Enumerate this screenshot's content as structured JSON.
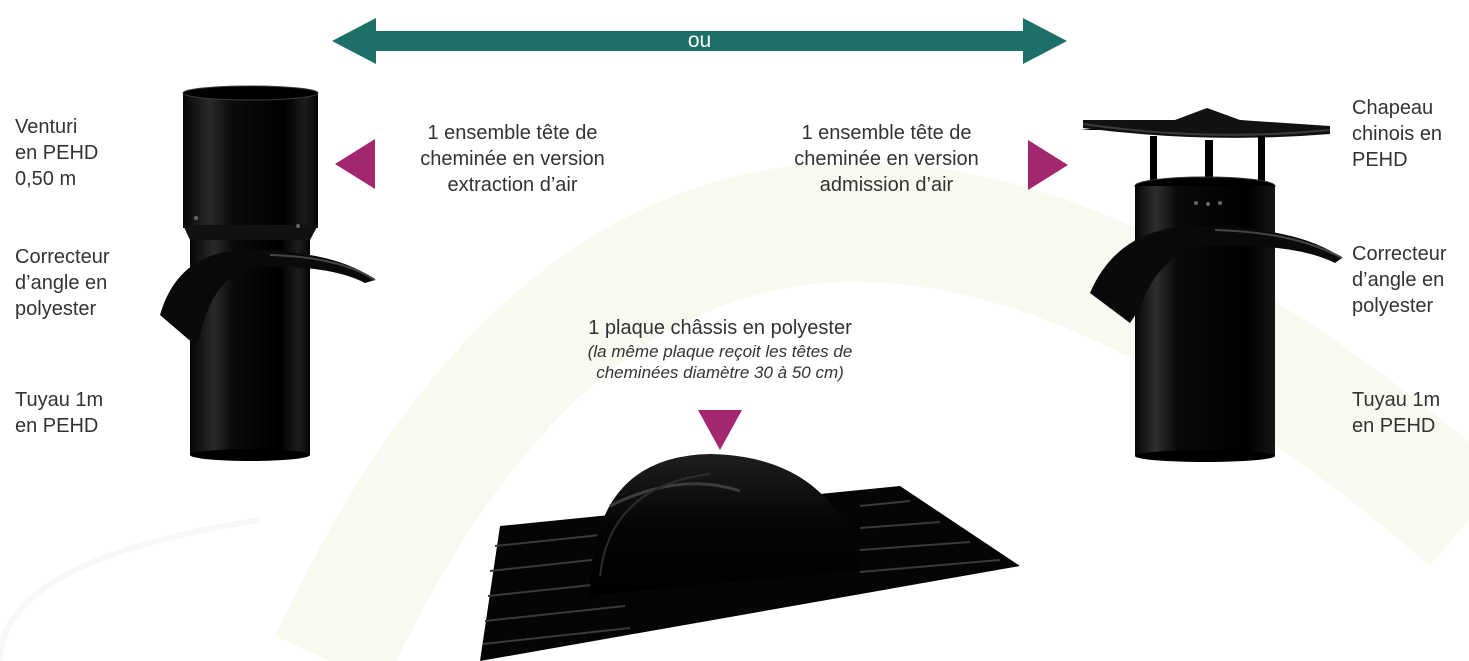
{
  "arrow": {
    "label": "ou",
    "color": "#1d7067"
  },
  "pointer_color": "#a3276e",
  "left": {
    "venturi": [
      "Venturi",
      "en PEHD",
      "0,50 m"
    ],
    "correcteur": [
      "Correcteur",
      "d’angle en",
      "polyester"
    ],
    "tuyau": [
      "Tuyau 1m",
      "en PEHD"
    ],
    "ensemble": [
      "1 ensemble tête de",
      "cheminée en version",
      "extraction d’air"
    ]
  },
  "right": {
    "chapeau": [
      "Chapeau",
      "chinois en",
      "PEHD"
    ],
    "correcteur": [
      "Correcteur",
      "d’angle en",
      "polyester"
    ],
    "tuyau": [
      "Tuyau 1m",
      "en PEHD"
    ],
    "ensemble": [
      "1 ensemble tête de",
      "cheminée en version",
      "admission d’air"
    ]
  },
  "plaque": {
    "title": "1 plaque châssis en polyester",
    "note": [
      "(la même plaque reçoit les têtes de",
      "cheminées diamètre 30 à 50 cm)"
    ]
  },
  "icons": {
    "double_arrow": "double-arrow-icon",
    "pointer_left": "triangle-left-icon",
    "pointer_right": "triangle-right-icon",
    "pointer_down": "triangle-down-icon"
  }
}
